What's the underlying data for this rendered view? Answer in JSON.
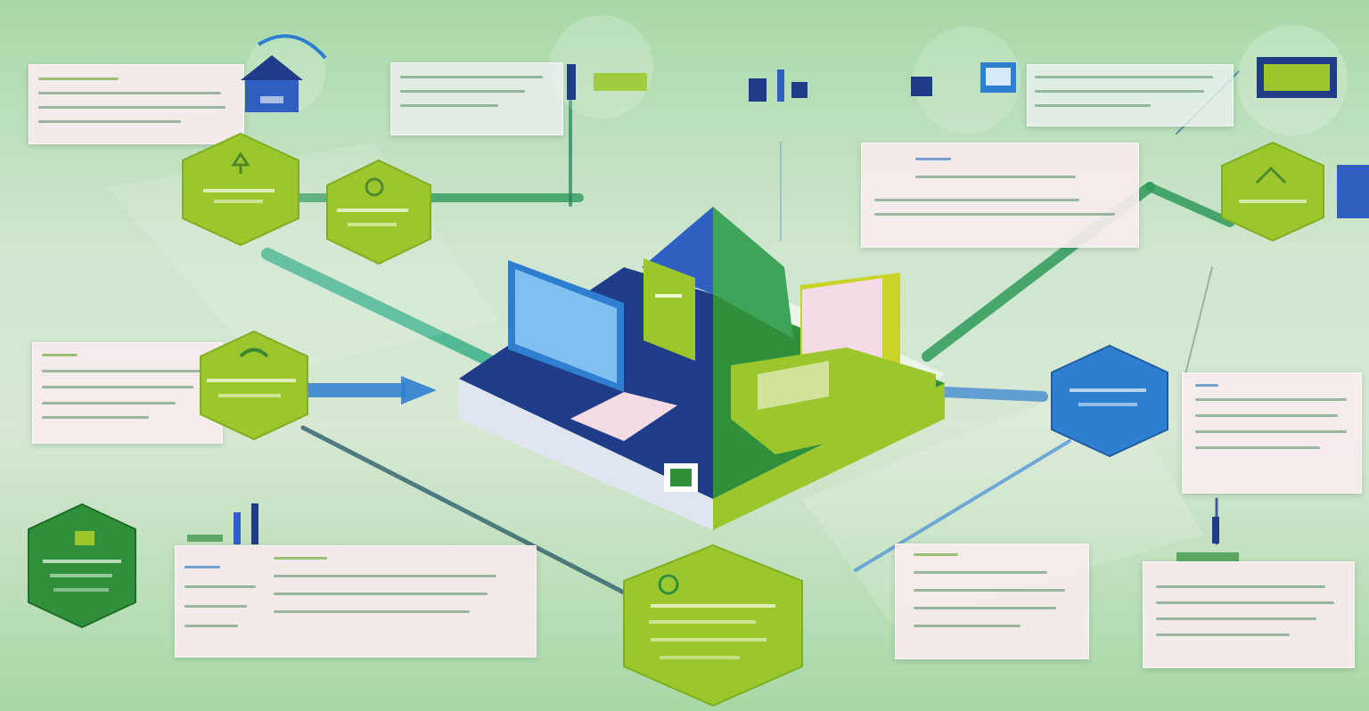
{
  "colors": {
    "background": "#bfe0bd",
    "navy": "#1f3c88",
    "lime": "#9bc72d",
    "green": "#2f8f3a",
    "blue": "#2f7fd0",
    "card": "#f7ecee"
  },
  "icons": [
    "house-icon",
    "server-icon",
    "monitor-icon",
    "computer-icon",
    "gear-icon",
    "network-icon",
    "cloud-icon"
  ],
  "cards": [
    {
      "id": "card-top-left"
    },
    {
      "id": "card-top-center"
    },
    {
      "id": "card-top-right"
    },
    {
      "id": "card-mid-right"
    },
    {
      "id": "card-left"
    },
    {
      "id": "card-right"
    },
    {
      "id": "card-bottom-left"
    },
    {
      "id": "card-bottom-center-right"
    },
    {
      "id": "card-bottom-right"
    }
  ]
}
